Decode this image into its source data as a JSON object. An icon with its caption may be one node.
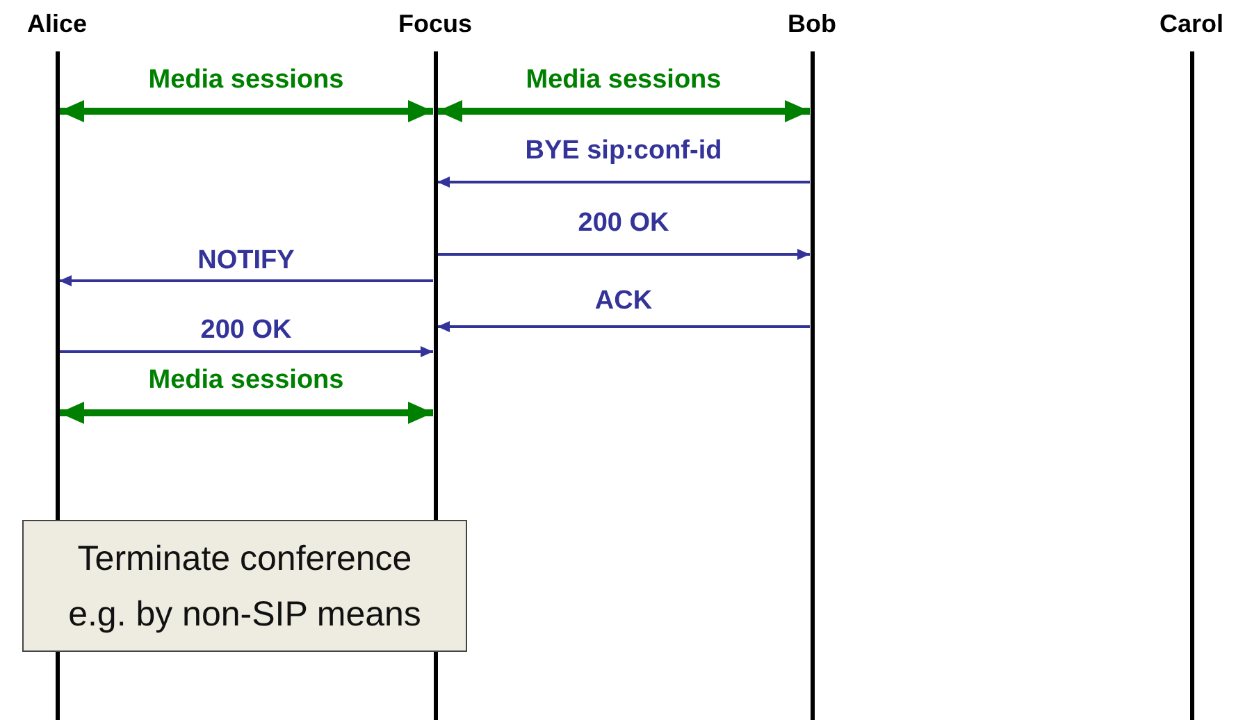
{
  "diagram": {
    "nodes": [
      {
        "text": [
          "Alice"
        ]
      },
      {
        "text": [
          "Focus"
        ]
      },
      {
        "text": [
          "Bob"
        ]
      },
      {
        "text": [
          "Carol"
        ]
      },
      {
        "text": [
          "Terminate conference e.g. by non-SIP means"
        ]
      }
    ],
    "edges": [
      {
        "from": 0,
        "to": 1,
        "arrow": "both",
        "label": "Media sessions",
        "style": "thick",
        "color": "#008000"
      },
      {
        "from": 1,
        "to": 2,
        "arrow": "both",
        "label": "Media sessions",
        "style": "thick",
        "color": "#008000"
      },
      {
        "from": 2,
        "to": 1,
        "arrow": "to",
        "label": "BYE sip:conf-id"
      },
      {
        "from": 1,
        "to": 2,
        "arrow": "to",
        "label": "200 OK"
      },
      {
        "from": 1,
        "to": 0,
        "arrow": "to",
        "label": "NOTIFY"
      },
      {
        "from": 2,
        "to": 1,
        "arrow": "to",
        "label": "ACK"
      },
      {
        "from": 0,
        "to": 1,
        "arrow": "to",
        "label": "200 OK"
      },
      {
        "from": 0,
        "to": 1,
        "arrow": "both",
        "label": "Media sessions",
        "style": "thick",
        "color": "#008000"
      }
    ]
  }
}
